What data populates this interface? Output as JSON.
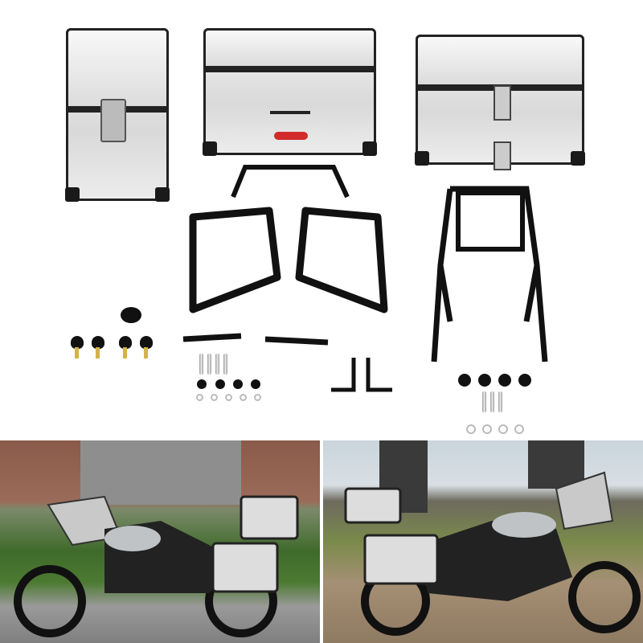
{
  "colors": {
    "background": "#ffffff",
    "case_silver": "#dcdcdc",
    "frame_black": "#111111",
    "reflector_red": "#d22b2b",
    "sky": "#c9d4dc",
    "grass": "#4d7a32"
  },
  "icons": [
    "side-case",
    "top-case",
    "rear-rack",
    "side-frame",
    "keys",
    "bolts",
    "washers"
  ]
}
